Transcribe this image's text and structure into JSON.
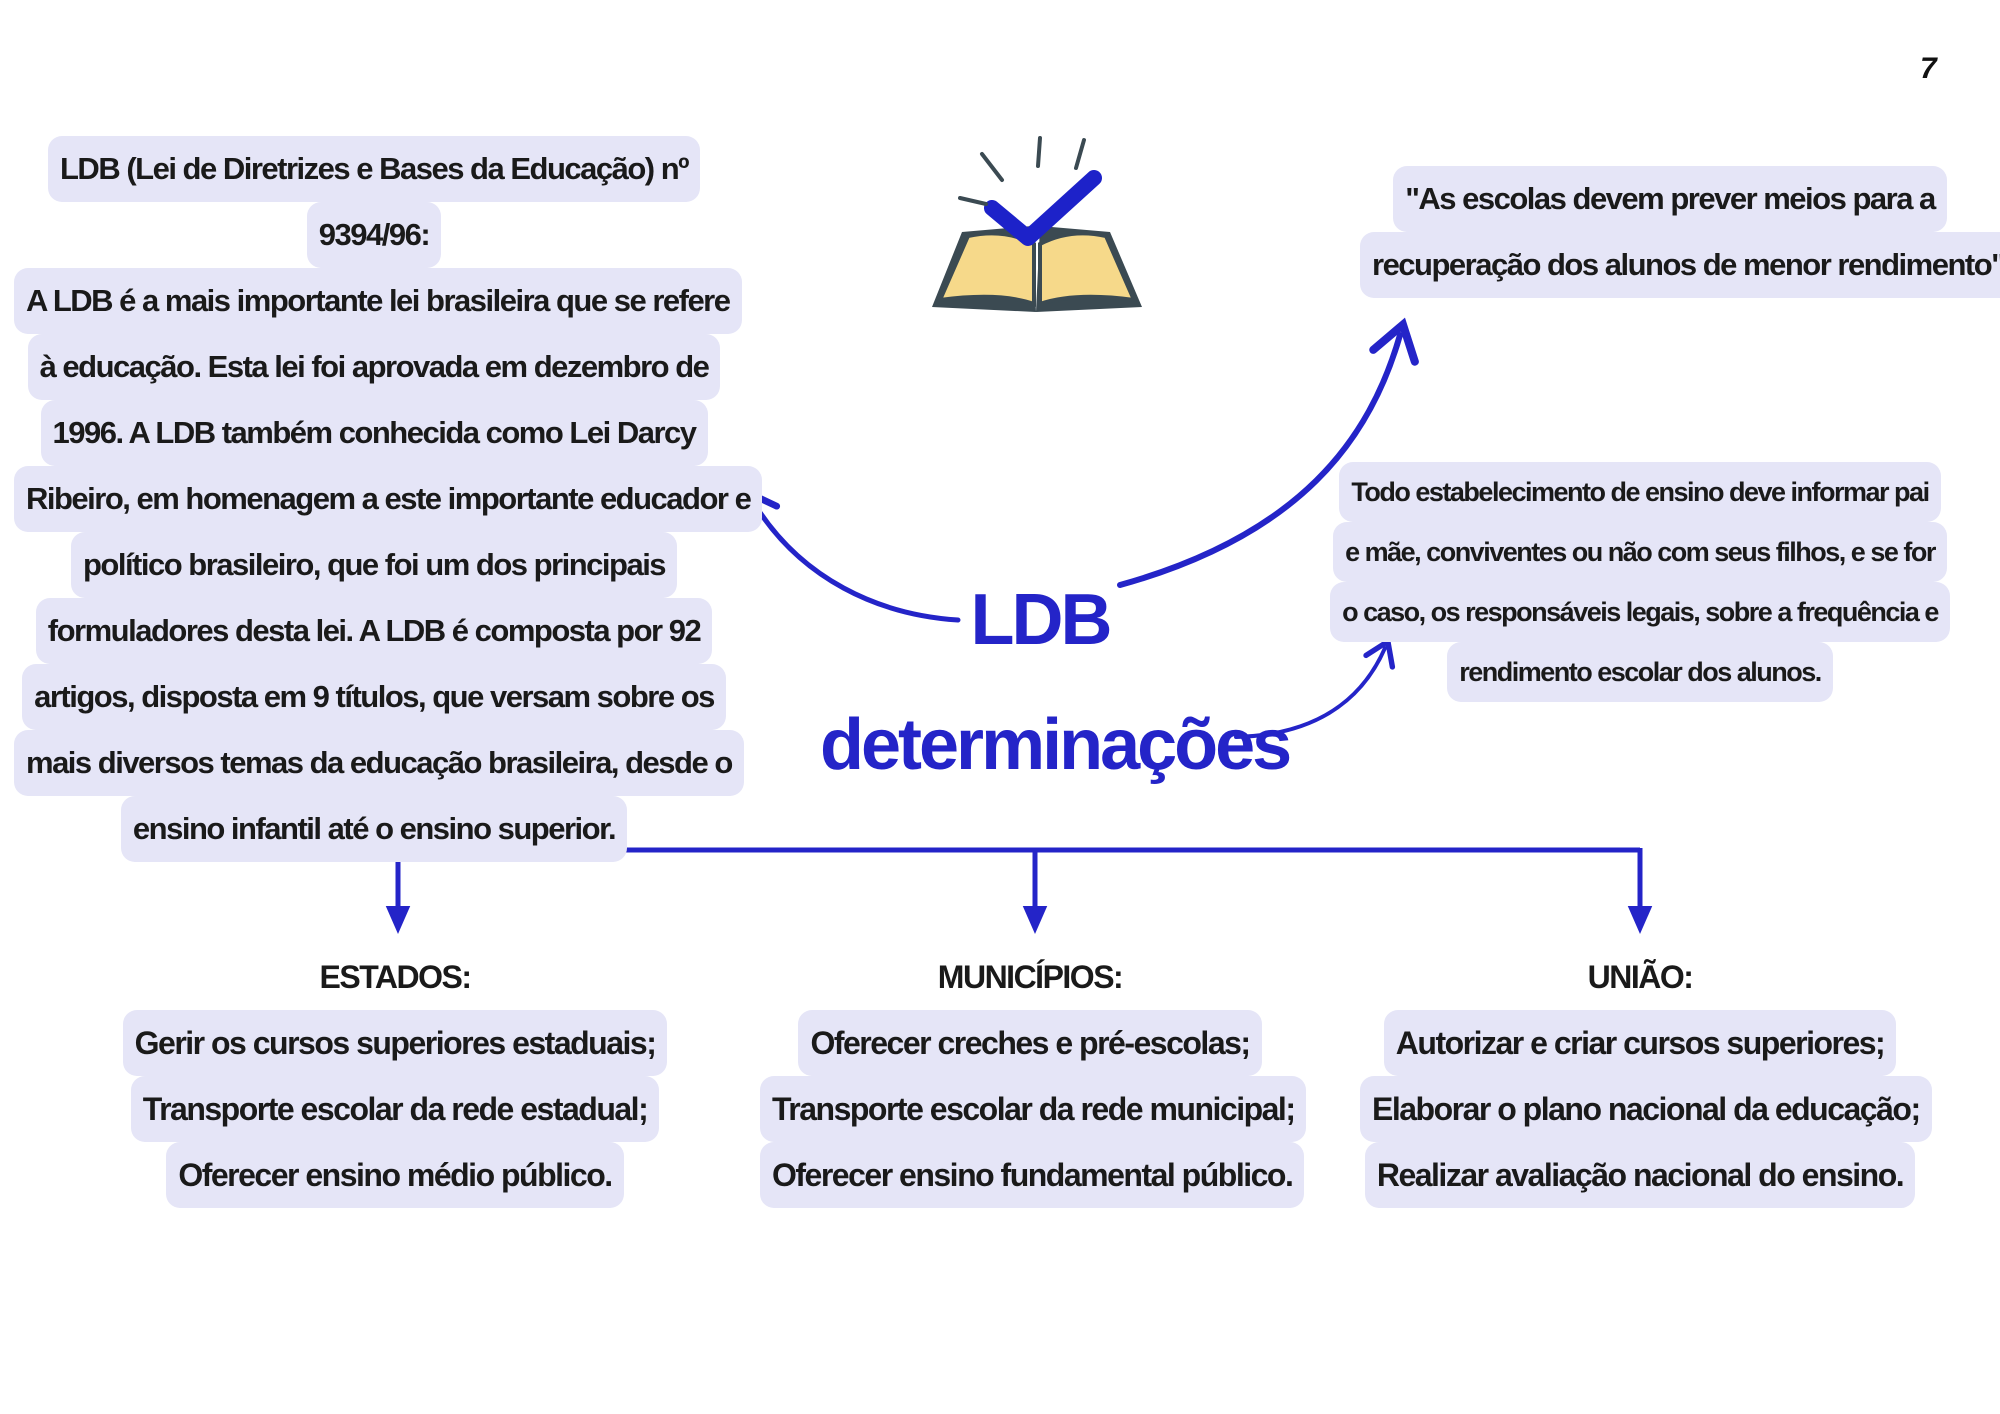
{
  "page_number": "7",
  "center": {
    "line1": "LDB",
    "line2": "determinações"
  },
  "ldb_description": {
    "lines": [
      "LDB (Lei de Diretrizes e Bases da Educação) nº",
      "9394/96:",
      "A LDB é a mais importante lei brasileira que se refere",
      "à educação. Esta lei foi aprovada em dezembro de",
      "1996. A LDB também conhecida como Lei Darcy",
      "Ribeiro, em homenagem a este importante educador e",
      "político brasileiro, que foi um dos principais",
      "formuladores desta lei. A LDB é composta por 92",
      "artigos, disposta em 9 títulos, que versam sobre os",
      "mais diversos temas da educação brasileira, desde o",
      "ensino infantil até o ensino superior."
    ]
  },
  "quote": {
    "lines": [
      "\"As escolas devem prever meios para a",
      "recuperação dos alunos de menor rendimento\""
    ]
  },
  "information": {
    "lines": [
      "Todo estabelecimento de ensino deve informar pai",
      "e mãe, conviventes ou não com seus filhos, e se for",
      "o caso, os responsáveis legais, sobre a frequência e",
      "rendimento escolar dos alunos."
    ]
  },
  "branches": [
    {
      "heading": "ESTADOS:",
      "items": [
        "Gerir os cursos superiores estaduais;",
        "Transporte escolar da rede estadual;",
        "Oferecer ensino médio público."
      ]
    },
    {
      "heading": "MUNICÍPIOS:",
      "items": [
        "Oferecer creches e pré-escolas;",
        "Transporte escolar da rede municipal;",
        "Oferecer ensino fundamental público."
      ]
    },
    {
      "heading": "UNIÃO:",
      "items": [
        "Autorizar e criar cursos superiores;",
        "Elaborar o plano nacional da educação;",
        "Realizar avaliação nacional do ensino."
      ]
    }
  ],
  "colors": {
    "accent": "#2424c8",
    "highlight": "#e5e5f7",
    "book_page": "#f6d98a",
    "book_cover": "#3b4a52",
    "check": "#1d22c9"
  },
  "icons": [
    "open-book-check-icon"
  ]
}
